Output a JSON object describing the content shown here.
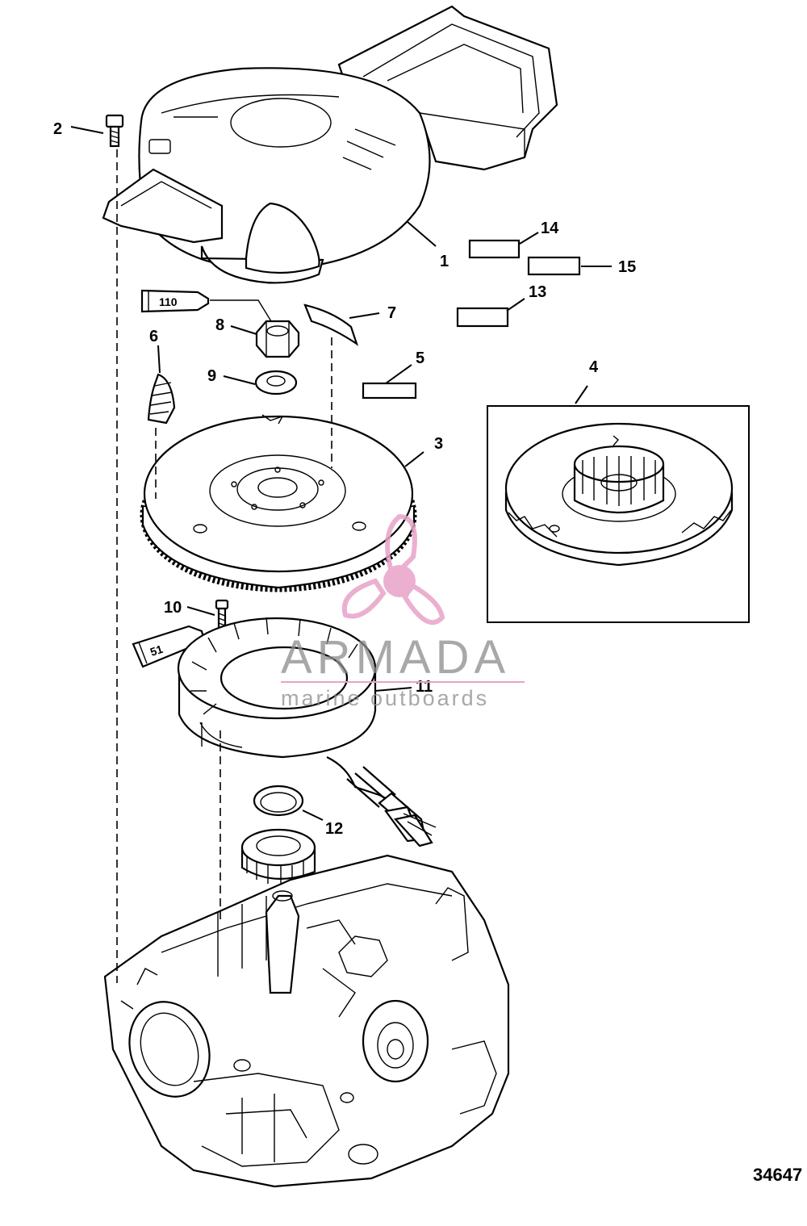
{
  "callouts": {
    "c1": "1",
    "c2": "2",
    "c3": "3",
    "c4": "4",
    "c5": "5",
    "c6": "6",
    "c7": "7",
    "c8": "8",
    "c9": "9",
    "c10": "10",
    "c11": "11",
    "c12": "12",
    "c13": "13",
    "c14": "14",
    "c15": "15"
  },
  "sealant_tubes": {
    "tube_110": "110",
    "tube_51": "51"
  },
  "figure_number": "34647",
  "watermark": {
    "title": "ARMADA",
    "subtitle": "marine outboards",
    "color": "#e8a3c8",
    "icon": "propeller-icon"
  }
}
